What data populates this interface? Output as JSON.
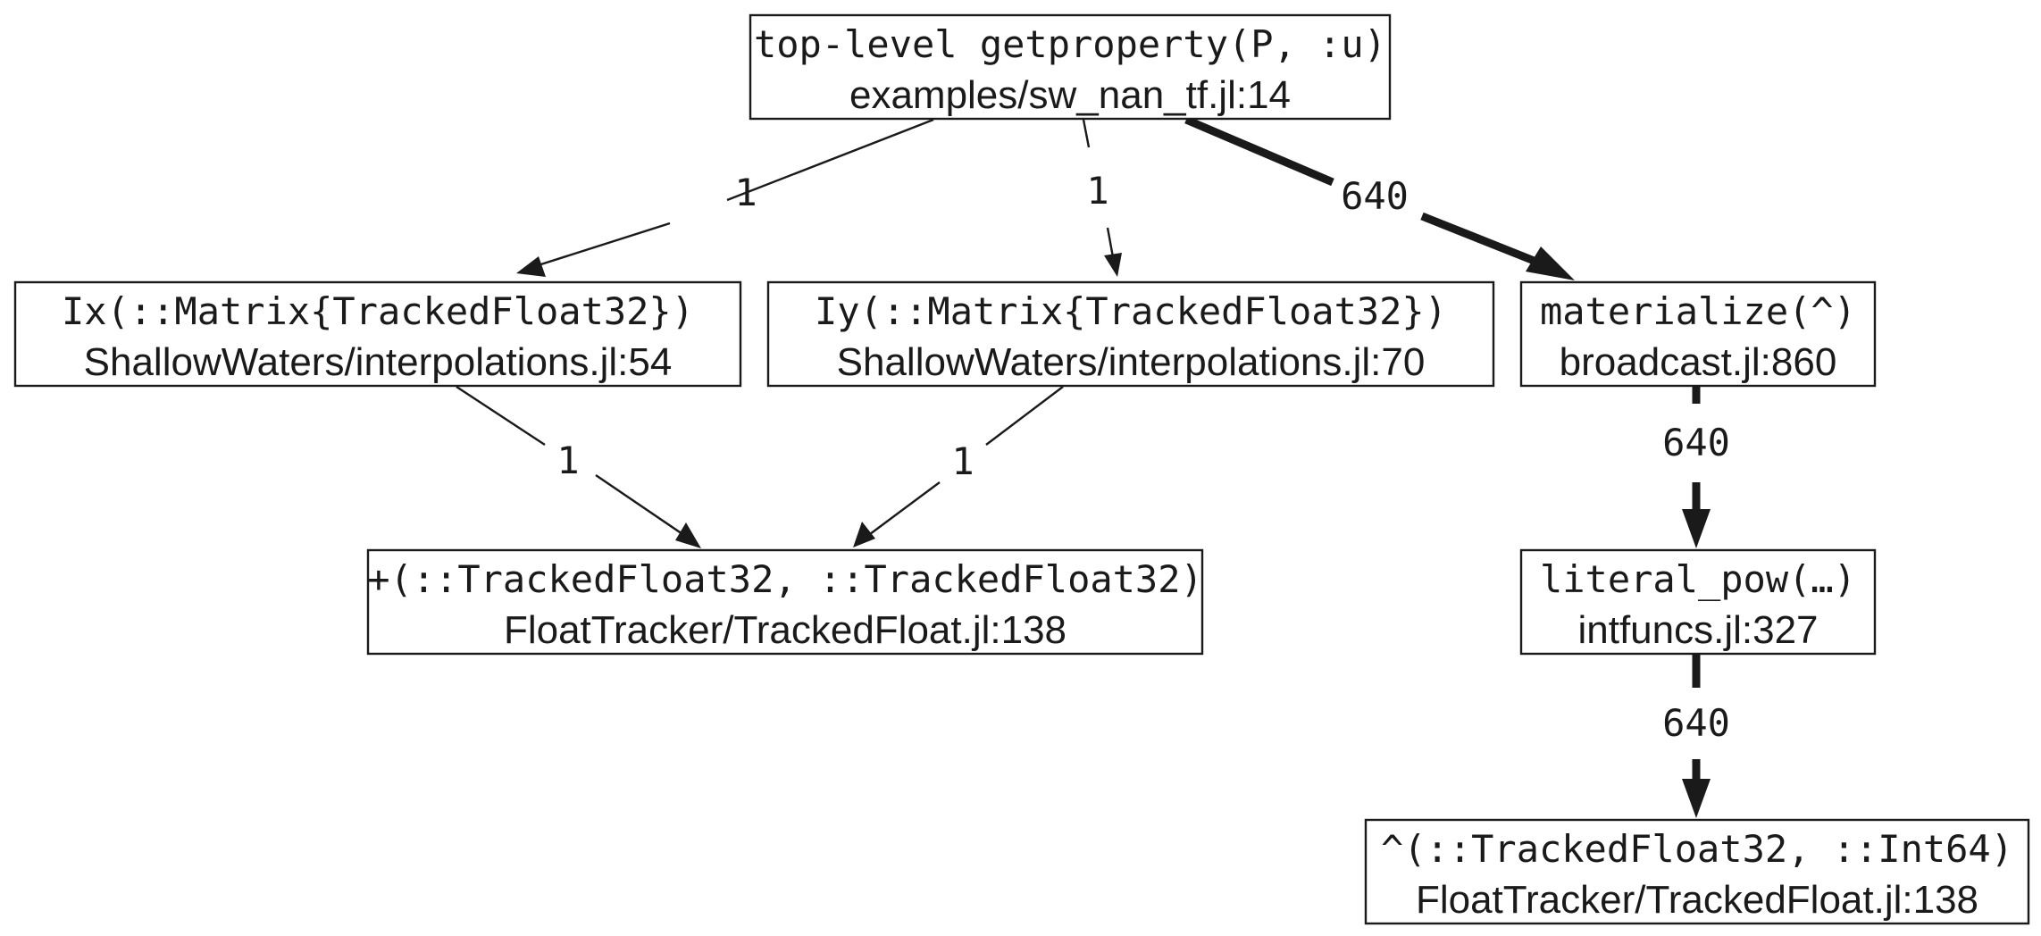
{
  "nodes": [
    {
      "id": "top",
      "function": "top-level getproperty(P, :u)",
      "location": "examples/sw_nan_tf.jl:14"
    },
    {
      "id": "ix",
      "function": "Ix(::Matrix{TrackedFloat32})",
      "location": "ShallowWaters/interpolations.jl:54"
    },
    {
      "id": "iy",
      "function": "Iy(::Matrix{TrackedFloat32})",
      "location": "ShallowWaters/interpolations.jl:70"
    },
    {
      "id": "mat",
      "function": "materialize(^)",
      "location": "broadcast.jl:860"
    },
    {
      "id": "plus",
      "function": "+(::TrackedFloat32, ::TrackedFloat32)",
      "location": "FloatTracker/TrackedFloat.jl:138"
    },
    {
      "id": "lit",
      "function": "literal_pow(…)",
      "location": "intfuncs.jl:327"
    },
    {
      "id": "pow",
      "function": "^(::TrackedFloat32, ::Int64)",
      "location": "FloatTracker/TrackedFloat.jl:138"
    }
  ],
  "edges": [
    {
      "from": "top",
      "to": "ix",
      "label": "1"
    },
    {
      "from": "top",
      "to": "iy",
      "label": "1",
      "style": "dashed"
    },
    {
      "from": "top",
      "to": "mat",
      "label": "640"
    },
    {
      "from": "ix",
      "to": "plus",
      "label": "1"
    },
    {
      "from": "iy",
      "to": "plus",
      "label": "1"
    },
    {
      "from": "mat",
      "to": "lit",
      "label": "640"
    },
    {
      "from": "lit",
      "to": "pow",
      "label": "640"
    }
  ],
  "colors": {
    "line": "#1a1a1a",
    "background": "#ffffff"
  }
}
